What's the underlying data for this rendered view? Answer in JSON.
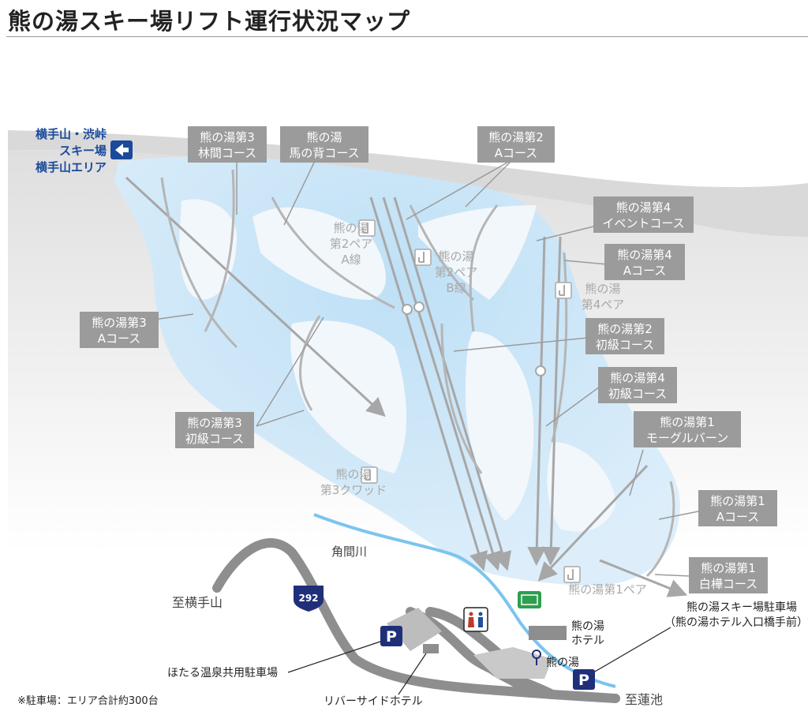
{
  "page": {
    "title": "熊の湯スキー場リフト運行状況マップ"
  },
  "map": {
    "area_link": {
      "lines": [
        "横手山・渋峠",
        "スキー場",
        "横手山エリア"
      ]
    },
    "courses": [
      {
        "lines": [
          "熊の湯第3",
          "林間コース"
        ]
      },
      {
        "lines": [
          "熊の湯",
          "馬の背コース"
        ]
      },
      {
        "lines": [
          "熊の湯第2",
          "Aコース"
        ]
      },
      {
        "lines": [
          "熊の湯第4",
          "イベントコース"
        ]
      },
      {
        "lines": [
          "熊の湯第4",
          "Aコース"
        ]
      },
      {
        "lines": [
          "熊の湯第3",
          "Aコース"
        ]
      },
      {
        "lines": [
          "熊の湯第2",
          "初級コース"
        ]
      },
      {
        "lines": [
          "熊の湯第4",
          "初級コース"
        ]
      },
      {
        "lines": [
          "熊の湯第3",
          "初級コース"
        ]
      },
      {
        "lines": [
          "熊の湯第1",
          "モーグルバーン"
        ]
      },
      {
        "lines": [
          "熊の湯第1",
          "Aコース"
        ]
      },
      {
        "lines": [
          "熊の湯第1",
          "白樺コース"
        ]
      }
    ],
    "lifts": [
      {
        "lines": [
          "熊の湯",
          "第2ペア",
          "A線"
        ]
      },
      {
        "lines": [
          "熊の湯",
          "第2ペア",
          "B線"
        ]
      },
      {
        "lines": [
          "熊の湯",
          "第4ペア"
        ]
      },
      {
        "lines": [
          "熊の湯",
          "第3クワッド"
        ]
      },
      {
        "lines": [
          "熊の湯第1ペア"
        ]
      }
    ],
    "places": {
      "river": "角間川",
      "to_yokoteyama": "至横手山",
      "route_number": "292",
      "parking_shared": "ほたる温泉共用駐車場",
      "riverside_hotel": "リバーサイドホテル",
      "kumanoyu_hotel": [
        "熊の湯",
        "ホテル"
      ],
      "bus_stop": "熊の湯",
      "main_parking": [
        "熊の湯スキー場駐車場",
        "（熊の湯ホテル入口橋手前）"
      ],
      "to_hasuike": "至蓮池",
      "parking_note": "※駐車場：エリア合計約300台",
      "parking_symbol": "P"
    },
    "colors": {
      "snow": "#cfe6f7",
      "mountain": "#e3e3e3",
      "label_box": "#9b9b9b",
      "lift_line": "#a7a7a7",
      "river": "#7cc4ee",
      "road": "#8e8e8e",
      "parking_blue": "#1f2f7a",
      "link_blue": "#1a4a9a",
      "ticket_green": "#2e9e4f"
    },
    "icons": [
      "arrow-left-icon",
      "lift-chair-icon",
      "parking-icon",
      "toilet-icon",
      "ticket-office-icon",
      "bus-stop-icon",
      "route-shield-icon"
    ]
  }
}
